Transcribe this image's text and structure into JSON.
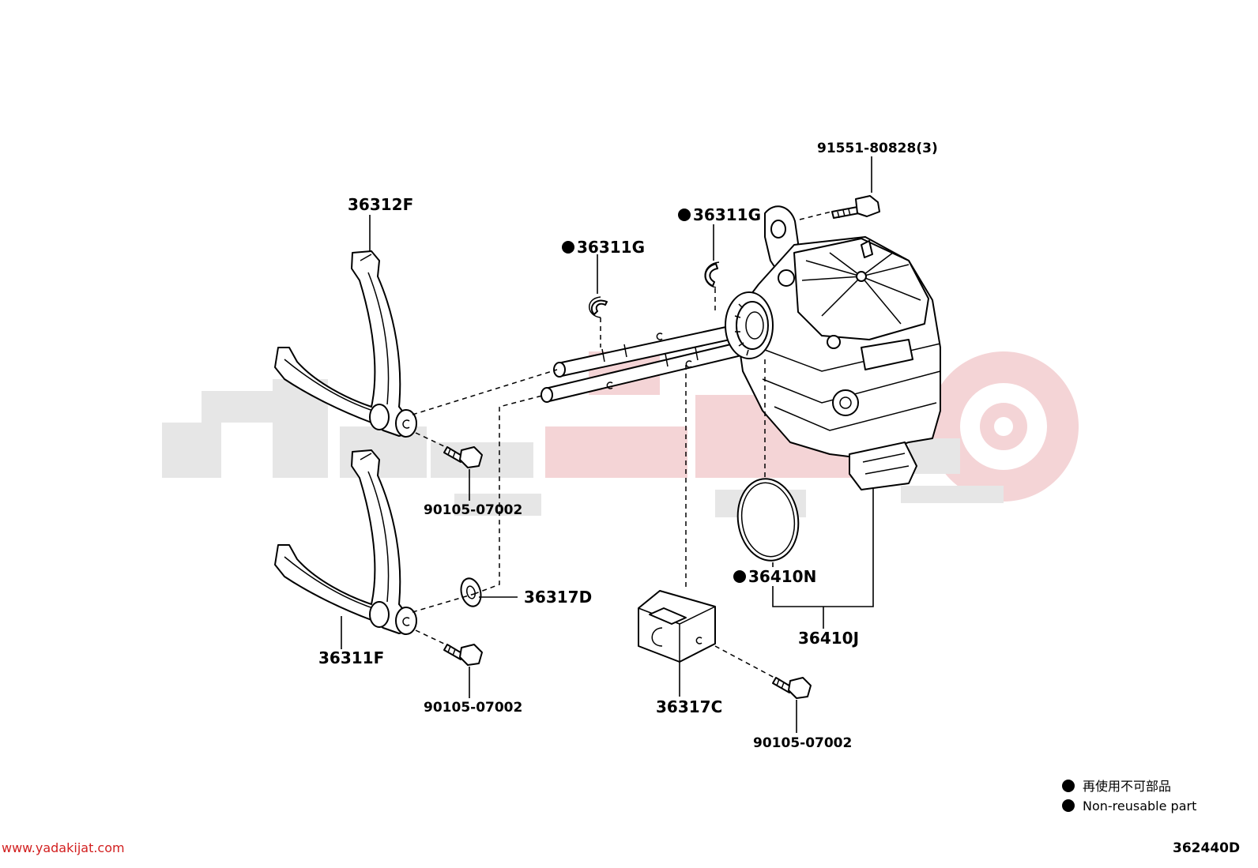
{
  "watermark": {
    "grey": "#e6e6e6",
    "pink": "#f4d4d6"
  },
  "labels": {
    "fork_upper": "36312F",
    "fork_lower": "36311F",
    "ring_left": "36311G",
    "ring_right": "36311G",
    "bolt_top": "91551-80828(3)",
    "bolt_fork_upper": "90105-07002",
    "bolt_fork_lower": "90105-07002",
    "bolt_block": "90105-07002",
    "washer": "36317D",
    "block": "36317C",
    "oring": "36410N",
    "actuator": "36410J"
  },
  "legend": {
    "jp": "再使用不可部品",
    "en": "Non-reusable part"
  },
  "footer": {
    "website": "www.yadakijat.com",
    "diagram_code": "362440D"
  }
}
